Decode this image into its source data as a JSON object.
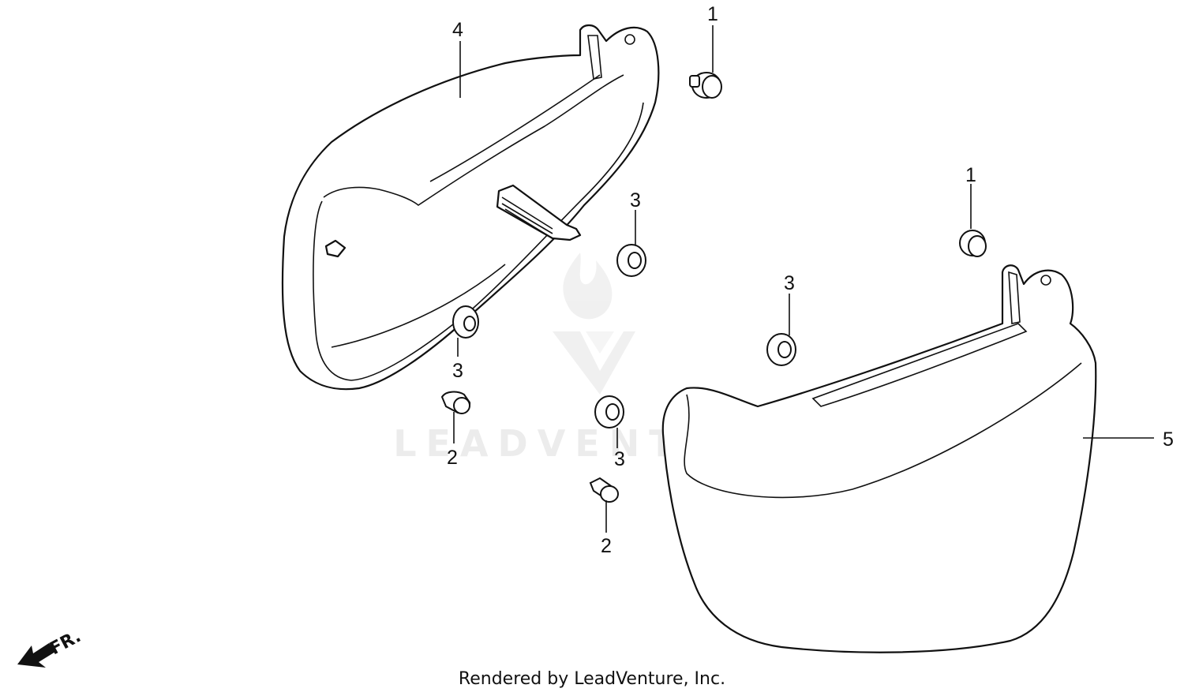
{
  "callouts": {
    "c1a": "1",
    "c1b": "1",
    "c2a": "2",
    "c2b": "2",
    "c3a": "3",
    "c3b": "3",
    "c3c": "3",
    "c3d": "3",
    "c4": "4",
    "c5": "5"
  },
  "direction_label": "FR.",
  "watermark": "LEADVENTURE",
  "footer": "Rendered by LeadVenture, Inc."
}
